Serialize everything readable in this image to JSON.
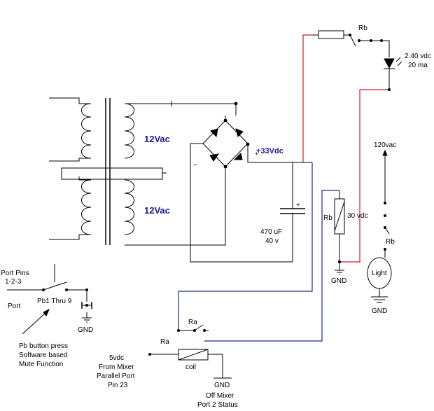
{
  "labels": {
    "rb_top": "Rb",
    "led_voltage": "2.40 vdc",
    "led_current": "20 ma",
    "vac_top": "12Vac",
    "vac_bottom": "12Vac",
    "dc_out": "+33Vdc",
    "bridge_minus": "–",
    "ac_in": "120vac",
    "cap_plus": "+",
    "rb_coil": "Rb",
    "coil_voltage": "30 vdc",
    "cap_value": "470 uF",
    "cap_voltage": "40 v",
    "rb_light": "Rb",
    "light": "Light",
    "gnd_rb": "GND",
    "gnd_light": "GND",
    "port_pins": "Port Pins",
    "port_pins_range": "1-2-3",
    "pb_label": "Pb1  Thru 9",
    "port": "Port",
    "gnd_port": "GND",
    "pb_note_1": "Pb button press",
    "pb_note_2": "Software based",
    "pb_note_3": "Mute Function",
    "ra_switch": "Ra",
    "ra_coil": "Ra",
    "vdc5": "5vdc",
    "from_mixer_1": "From Mixer",
    "from_mixer_2": "Parallel Port",
    "from_mixer_3": "Pin 23",
    "coil": "coil",
    "gnd_coil": "GND",
    "off_mixer_1": "Off Mixer",
    "off_mixer_2": "Port 2 Status"
  }
}
